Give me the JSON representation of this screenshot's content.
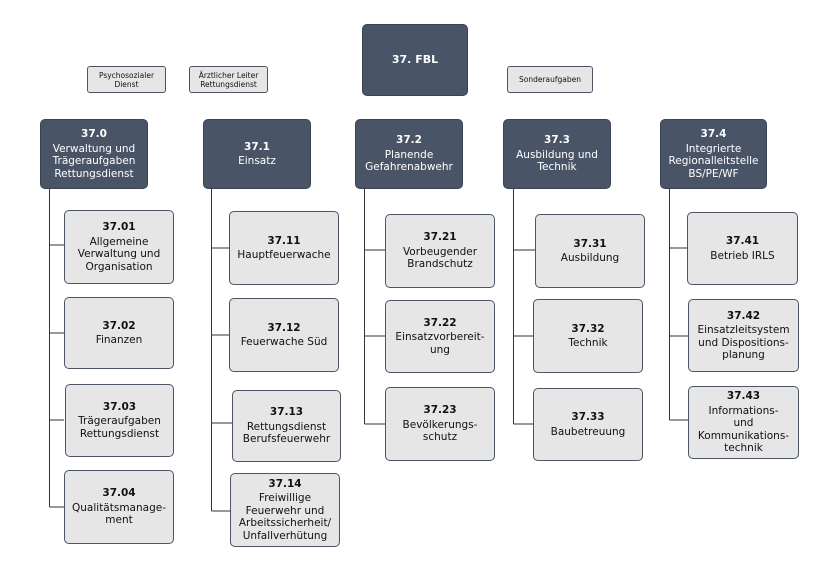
{
  "top": {
    "code": "37. FBL"
  },
  "side_boxes": {
    "psych": "Psychosozialer\nDienst",
    "arzt": "Ärztlicher Leiter\nRettungsdienst",
    "sonder": "Sonderaufgaben"
  },
  "departments": [
    {
      "code": "37.0",
      "label": "Verwaltung und\nTrägeraufgaben\nRettungsdienst",
      "units": [
        {
          "code": "37.01",
          "label": "Allgemeine\nVerwaltung und\nOrganisation"
        },
        {
          "code": "37.02",
          "label": "Finanzen"
        },
        {
          "code": "37.03",
          "label": "Trägeraufgaben\nRettungsdienst"
        },
        {
          "code": "37.04",
          "label": "Qualitätsmanage-\nment"
        }
      ]
    },
    {
      "code": "37.1",
      "label": "Einsatz",
      "units": [
        {
          "code": "37.11",
          "label": "Hauptfeuerwache"
        },
        {
          "code": "37.12",
          "label": "Feuerwache Süd"
        },
        {
          "code": "37.13",
          "label": "Rettungsdienst\nBerufsfeuerwehr"
        },
        {
          "code": "37.14",
          "label": "Freiwillige\nFeuerwehr und\nArbeitssicherheit/\nUnfallverhütung"
        }
      ]
    },
    {
      "code": "37.2",
      "label": "Planende\nGefahrenabwehr",
      "units": [
        {
          "code": "37.21",
          "label": "Vorbeugender\nBrandschutz"
        },
        {
          "code": "37.22",
          "label": "Einsatzvorbereit-\nung"
        },
        {
          "code": "37.23",
          "label": "Bevölkerungs-\nschutz"
        }
      ]
    },
    {
      "code": "37.3",
      "label": "Ausbildung und\nTechnik",
      "units": [
        {
          "code": "37.31",
          "label": "Ausbildung"
        },
        {
          "code": "37.32",
          "label": "Technik"
        },
        {
          "code": "37.33",
          "label": "Baubetreuung"
        }
      ]
    },
    {
      "code": "37.4",
      "label": "Integrierte\nRegionalleitstelle\nBS/PE/WF",
      "units": [
        {
          "code": "37.41",
          "label": "Betrieb IRLS"
        },
        {
          "code": "37.42",
          "label": "Einsatzleitsystem\nund Dispositions-\nplanung"
        },
        {
          "code": "37.43",
          "label": "Informations-\nund\nKommunikations-\ntechnik"
        }
      ]
    }
  ]
}
